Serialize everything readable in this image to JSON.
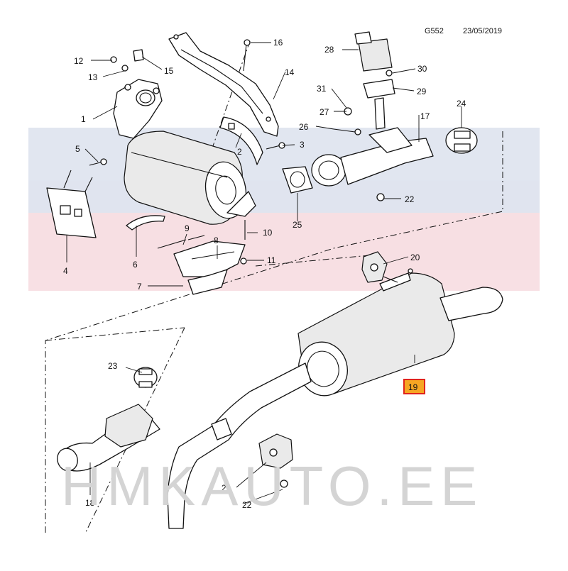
{
  "header": {
    "code": "G552",
    "date": "23/05/2019"
  },
  "watermark": {
    "text": "HMKAUTO.EE"
  },
  "highlight": {
    "number": "19",
    "color": "#e0241b",
    "fill": "#f6a623"
  },
  "callouts": [
    {
      "id": "c1",
      "label": "1"
    },
    {
      "id": "c2",
      "label": "2"
    },
    {
      "id": "c3",
      "label": "3"
    },
    {
      "id": "c4",
      "label": "4"
    },
    {
      "id": "c5",
      "label": "5"
    },
    {
      "id": "c6",
      "label": "6"
    },
    {
      "id": "c7",
      "label": "7"
    },
    {
      "id": "c8",
      "label": "8"
    },
    {
      "id": "c9",
      "label": "9"
    },
    {
      "id": "c10",
      "label": "10"
    },
    {
      "id": "c11",
      "label": "11"
    },
    {
      "id": "c12",
      "label": "12"
    },
    {
      "id": "c13",
      "label": "13"
    },
    {
      "id": "c14",
      "label": "14"
    },
    {
      "id": "c15",
      "label": "15"
    },
    {
      "id": "c16",
      "label": "16"
    },
    {
      "id": "c17",
      "label": "17"
    },
    {
      "id": "c18",
      "label": "18"
    },
    {
      "id": "c20",
      "label": "20"
    },
    {
      "id": "c21",
      "label": "21"
    },
    {
      "id": "c22a",
      "label": "22"
    },
    {
      "id": "c22b",
      "label": "22"
    },
    {
      "id": "c23",
      "label": "23"
    },
    {
      "id": "c24",
      "label": "24"
    },
    {
      "id": "c25",
      "label": "25"
    },
    {
      "id": "c26",
      "label": "26"
    },
    {
      "id": "c27",
      "label": "27"
    },
    {
      "id": "c28",
      "label": "28"
    },
    {
      "id": "c29",
      "label": "29"
    },
    {
      "id": "c30",
      "label": "30"
    },
    {
      "id": "c31",
      "label": "31"
    }
  ]
}
